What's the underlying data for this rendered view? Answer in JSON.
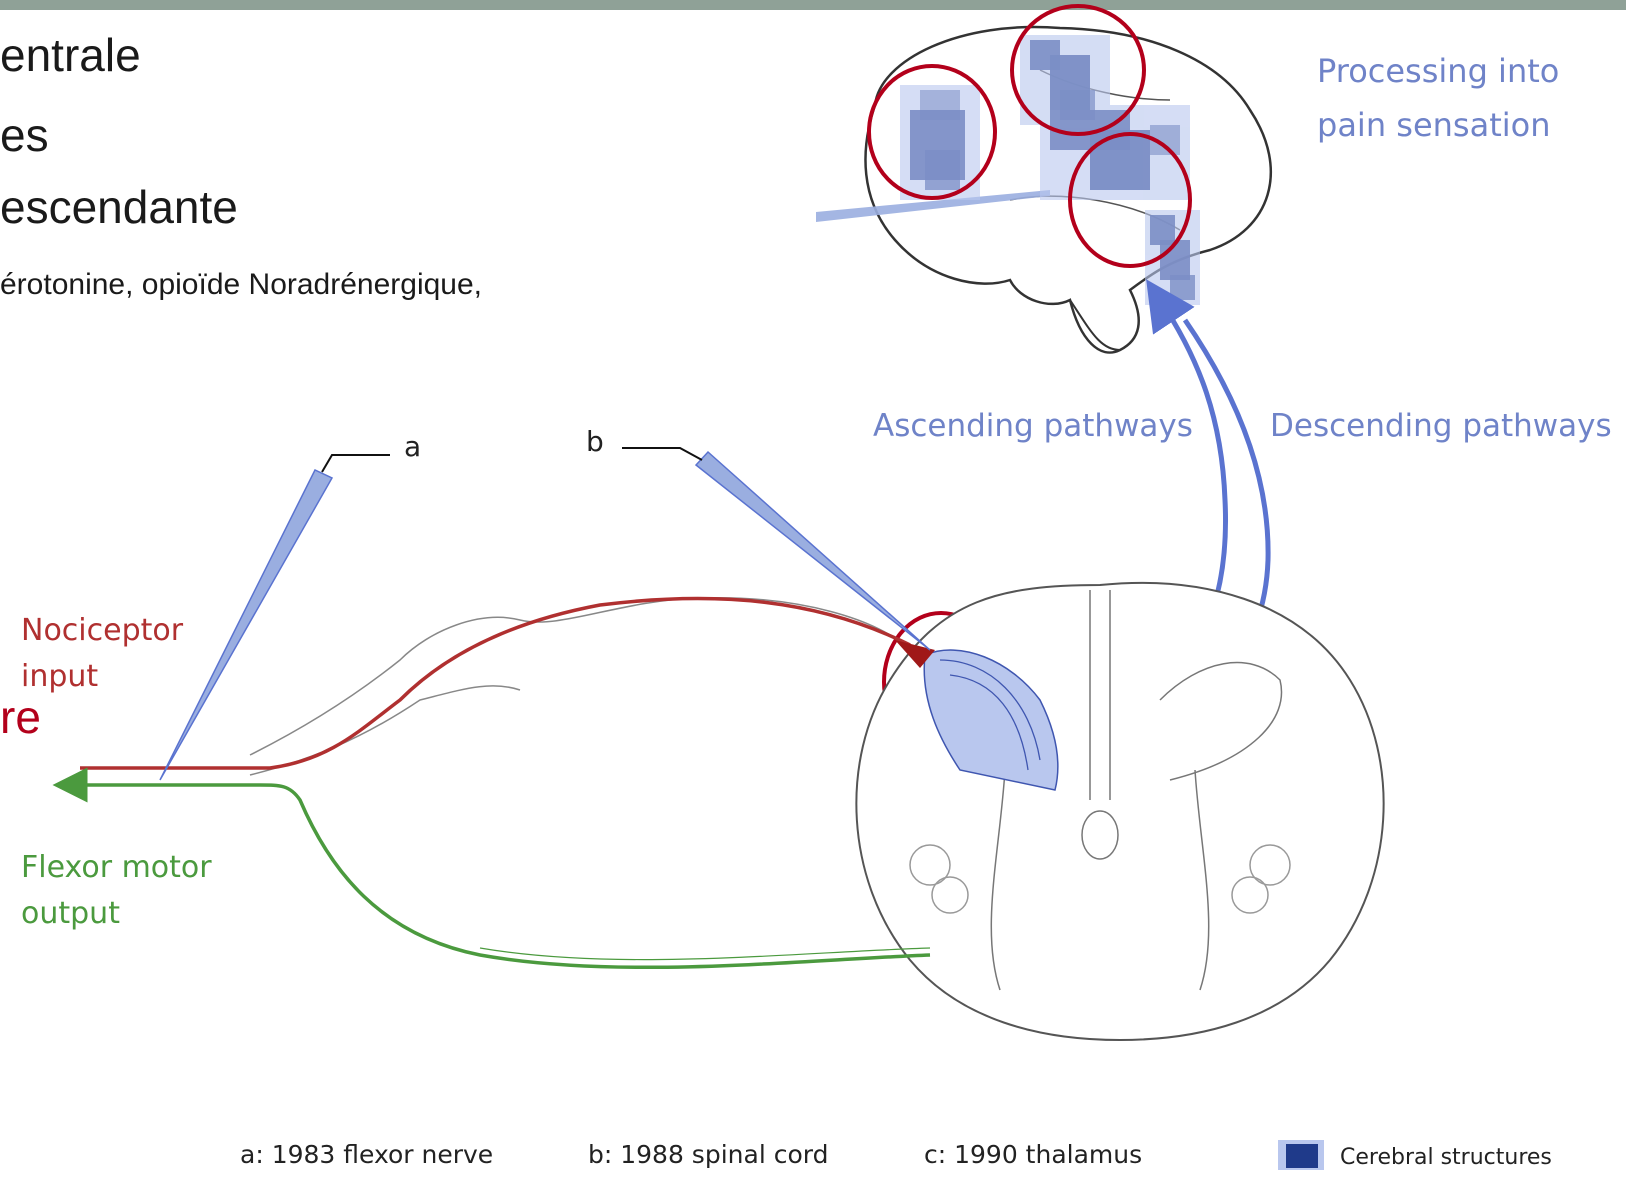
{
  "slide": {
    "lines": [
      "entrale",
      "es",
      "escendante",
      "érotonine, opioïde Noradrénergique,"
    ],
    "red_fragment": "re"
  },
  "labels": {
    "processing": [
      "Processing into",
      "pain sensation"
    ],
    "ascending": "Ascending pathways",
    "descending": "Descending pathways",
    "nociceptor": [
      "Nociceptor",
      "input"
    ],
    "flexor": [
      "Flexor motor",
      "output"
    ],
    "marker_a": "a",
    "marker_b": "b"
  },
  "legend": {
    "a": "a: 1983 flexor nerve",
    "b": "b: 1988 spinal cord",
    "c": "c: 1990 thalamus",
    "structures": "Cerebral structures"
  },
  "colors": {
    "topbar": "#8fa197",
    "pathway_blue": "#5a73d0",
    "label_blue": "#6f83c8",
    "nociceptor_red": "#b03030",
    "motor_green": "#4b9a3e",
    "highlight_circle": "#b3001b",
    "brain_activity": "#1f3a8a"
  }
}
